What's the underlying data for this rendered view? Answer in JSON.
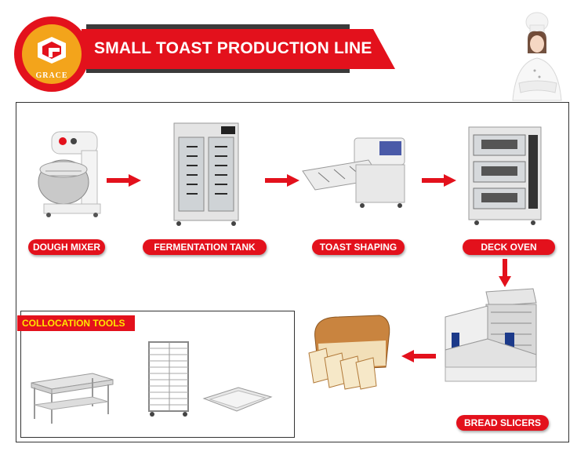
{
  "header": {
    "title": "SMALL TOAST PRODUCTION LINE",
    "logo_text": "GRACE"
  },
  "steps": [
    {
      "label": "DOUGH MIXER"
    },
    {
      "label": "FERMENTATION TANK"
    },
    {
      "label": "TOAST SHAPING"
    },
    {
      "label": "DECK OVEN"
    },
    {
      "label": "BREAD SLICERS"
    }
  ],
  "tools": {
    "title": "COLLOCATION TOOLS"
  },
  "colors": {
    "brand_red": "#e3111c",
    "brand_orange": "#f3a41b",
    "tools_title": "#ffe600",
    "header_dark": "#3a3a3a"
  },
  "icons": [
    "arrow-right-icon",
    "arrow-down-icon",
    "arrow-left-icon"
  ]
}
